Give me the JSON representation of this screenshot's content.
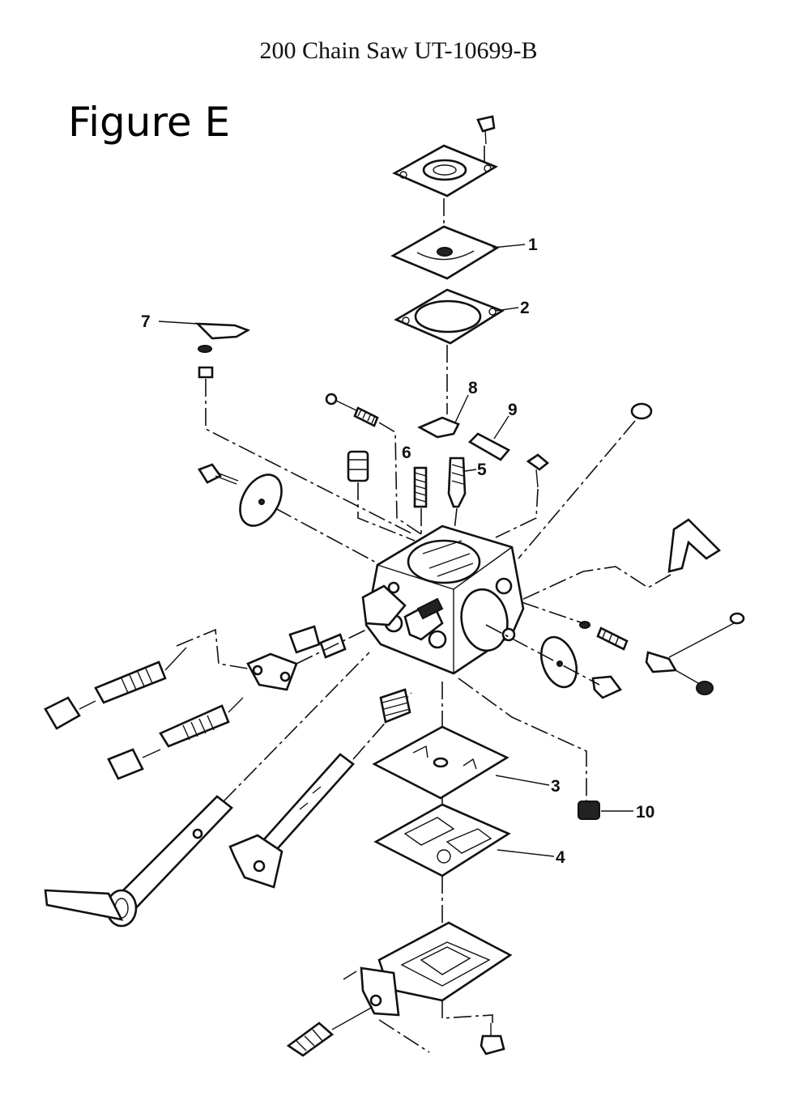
{
  "document": {
    "title": "200 Chain Saw UT-10699-B"
  },
  "figure": {
    "label": "Figure E"
  },
  "callouts": [
    "1",
    "2",
    "3",
    "4",
    "5",
    "6",
    "7",
    "8",
    "9",
    "10"
  ]
}
